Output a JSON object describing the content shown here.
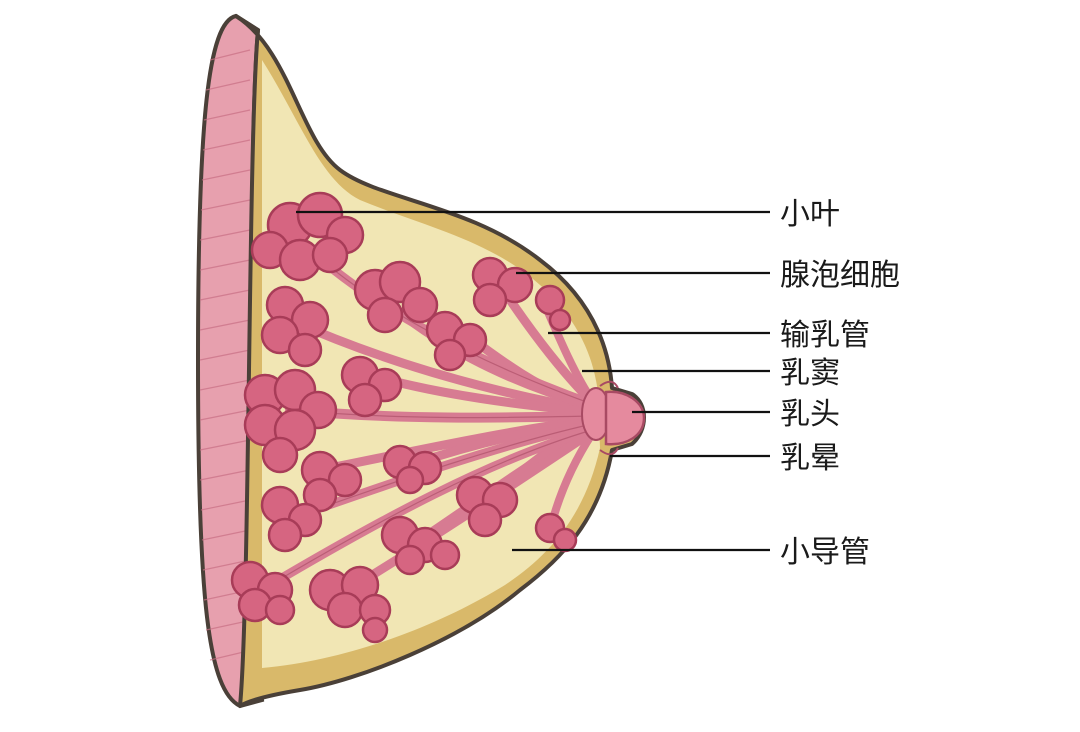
{
  "labels": {
    "lobule": "小叶",
    "alveolar_cells": "腺泡细胞",
    "lactiferous_duct": "输乳管",
    "lactiferous_sinus": "乳窦",
    "nipple": "乳头",
    "areola": "乳晕",
    "small_duct": "小导管"
  },
  "colors": {
    "skin_fill": "#f1e6b4",
    "skin_outline": "#4a4038",
    "rim": "#d9b96a",
    "chest_wall": "#e7a0ae",
    "lobule_fill": "#d66581",
    "lobule_dark": "#a83c58",
    "duct": "#d77b92",
    "nipple": "#e58a9e"
  }
}
